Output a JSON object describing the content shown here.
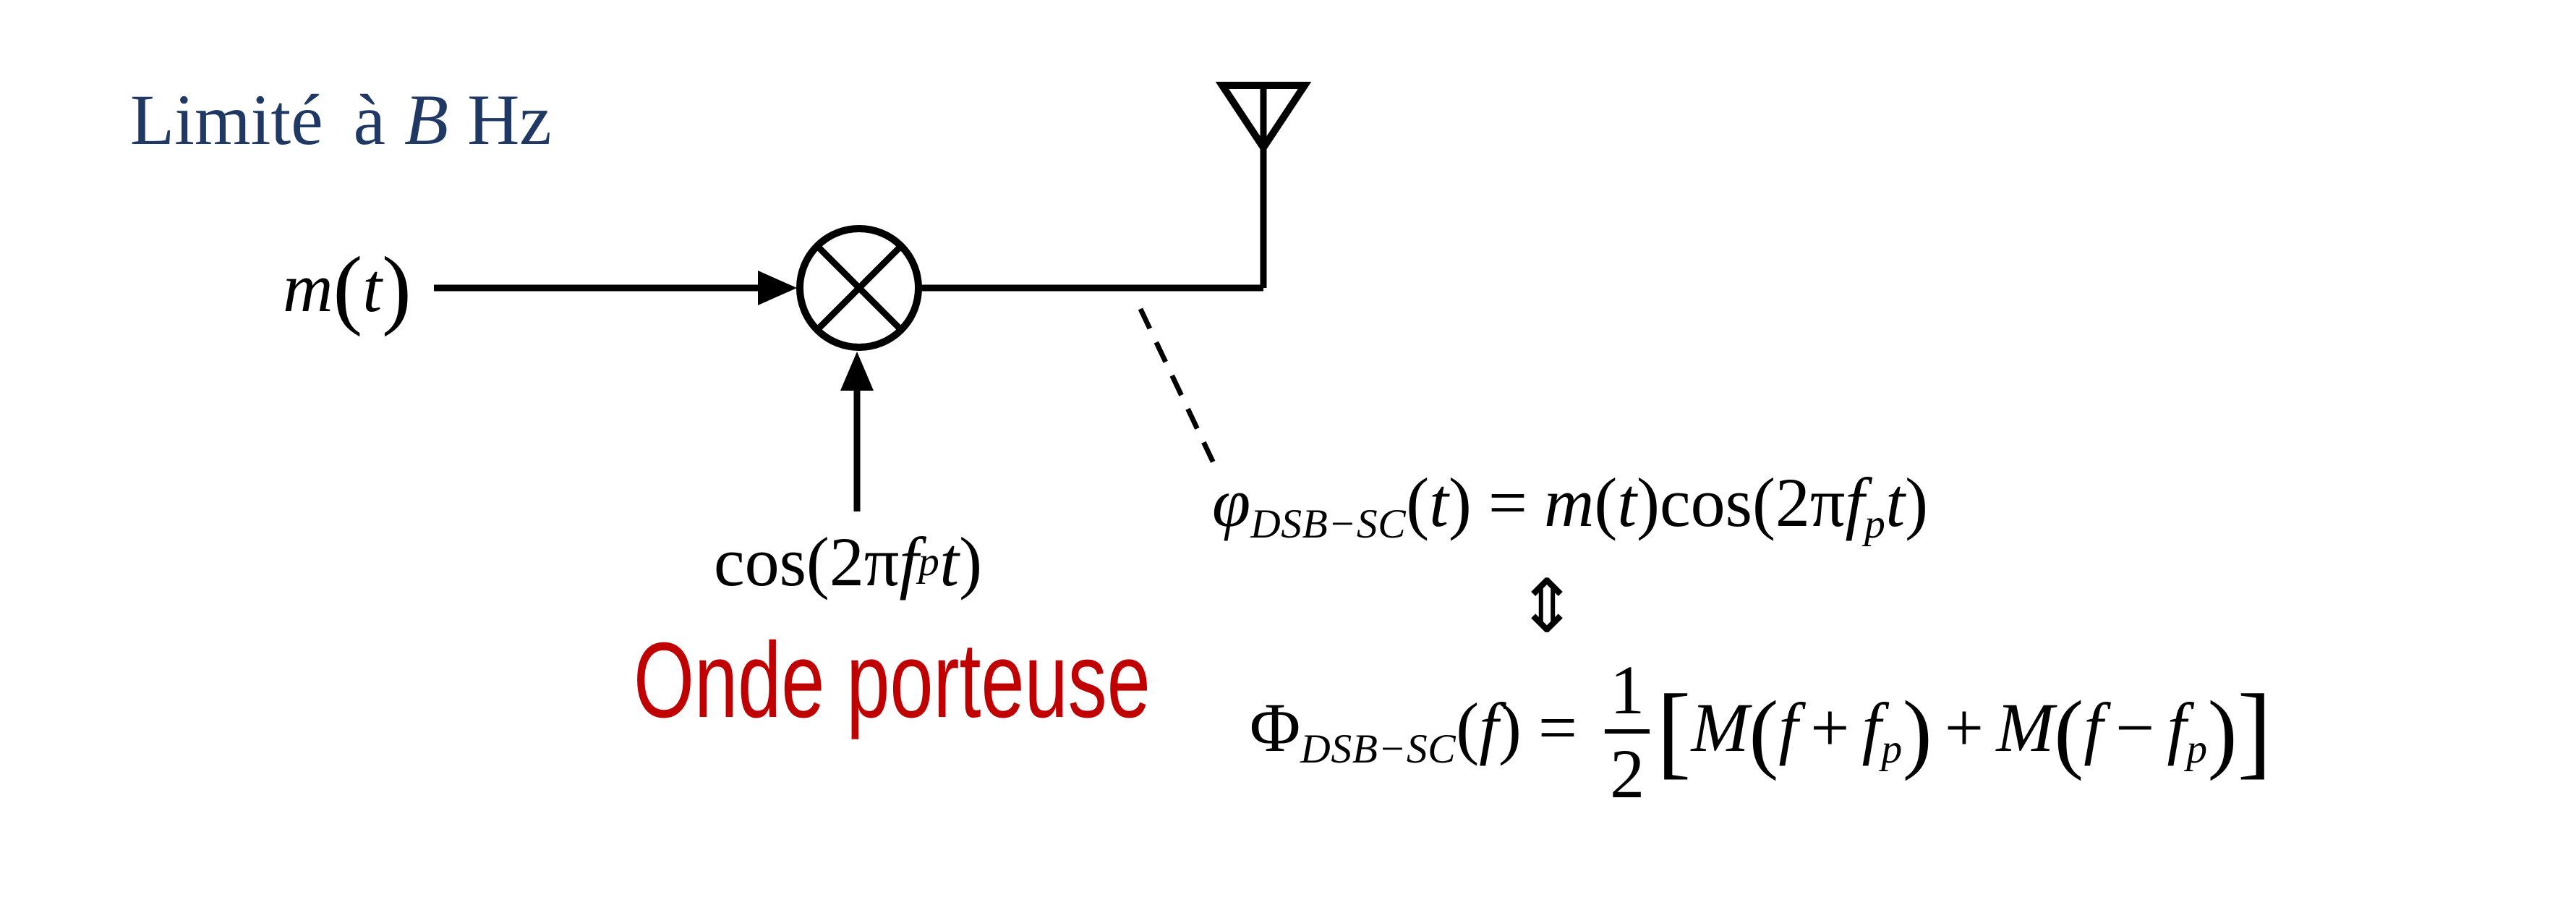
{
  "colors": {
    "background": "#ffffff",
    "ink": "#000000",
    "note_blue": "#1f3864",
    "caption_red": "#c00000"
  },
  "icons": {
    "multiplier": "circle-times-mixer-icon",
    "antenna": "antenna-icon",
    "input_arrow": "right-arrow",
    "carrier_arrow": "up-arrow",
    "callout": "dashed-leader-line"
  },
  "bandwidth_note": {
    "prefix": "Limité",
    "connector": "à",
    "variable": "B",
    "unit": "Hz"
  },
  "message_label": {
    "var": "m",
    "open": "(",
    "arg": "t",
    "close": ")"
  },
  "carrier_label": {
    "head": "cos(2π",
    "f": "f",
    "f_sub": "p",
    "arg": "t",
    "tail": ")"
  },
  "carrier_caption": "Onde porteuse",
  "equivalence_symbol": "⇕",
  "time_equation": {
    "symbol": "φ",
    "subscript": "DSB−SC",
    "open": "(",
    "arg": "t",
    "close": ")",
    "equals": "=",
    "m": "m",
    "m_open": "(",
    "m_arg": "t",
    "m_close": ")",
    "cos_head": "cos(2π",
    "f": "f",
    "f_sub": "p",
    "t": "t",
    "tail": ")"
  },
  "freq_equation": {
    "symbol": "Φ",
    "subscript": "DSB−SC",
    "open": "(",
    "arg": "f",
    "close": ")",
    "equals": "=",
    "numerator": "1",
    "denominator": "2",
    "lbracket": "[",
    "term1_M": "M",
    "term1_open": "(",
    "term1_f": "f",
    "term1_op": "+",
    "term1_fp": "f",
    "term1_sub": "p",
    "term1_close": ")",
    "middle_op": "+",
    "term2_M": "M",
    "term2_open": "(",
    "term2_f": "f",
    "term2_op": "−",
    "term2_fp": "f",
    "term2_sub": "p",
    "term2_close": ")",
    "rbracket": "]"
  }
}
